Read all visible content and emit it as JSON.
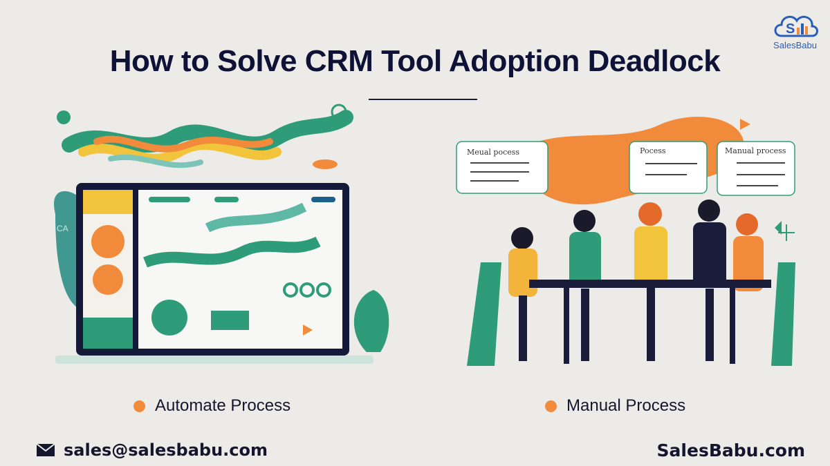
{
  "brand": {
    "name": "SalesBabu",
    "logo_letter": "S"
  },
  "title": "How to Solve CRM Tool Adoption Deadlock",
  "left_panel": {
    "label": "Automate Process",
    "icon": "laptop-dashboard-illustration",
    "side_text": "CA"
  },
  "right_panel": {
    "label": "Manual Process",
    "icon": "meeting-people-illustration",
    "bubbles": [
      "Meual pocess",
      "Pocess",
      "Manual process"
    ]
  },
  "footer": {
    "email": "sales@salesbabu.com",
    "website": "SalesBabu.com",
    "mail_icon": "envelope-icon"
  },
  "colors": {
    "background": "#ecebe8",
    "accent_orange": "#f28a3b",
    "accent_green": "#2e9c78",
    "navy": "#0e1236"
  }
}
